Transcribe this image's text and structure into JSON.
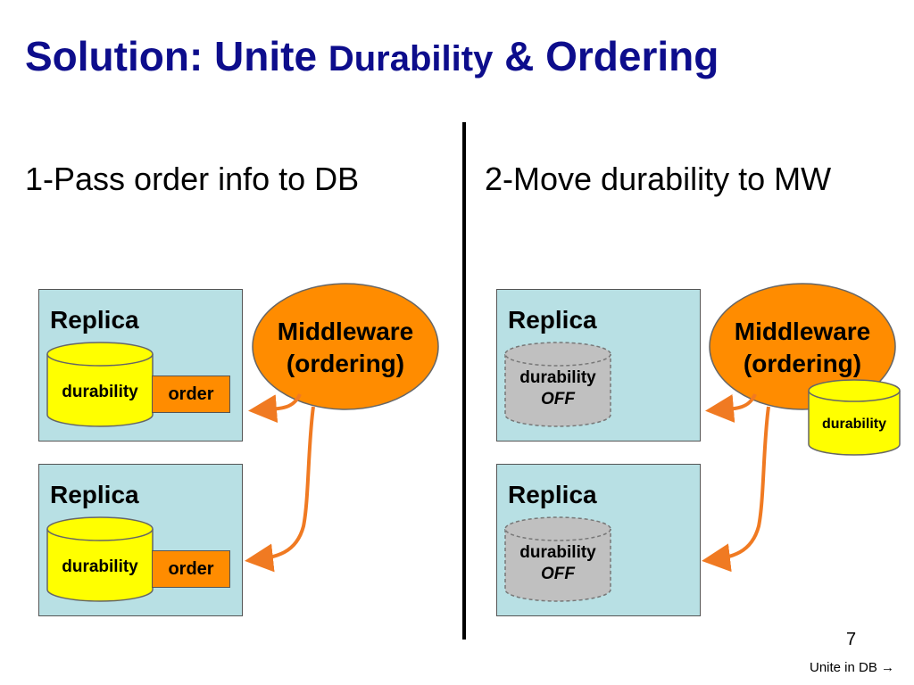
{
  "title": {
    "part1": "Solution: Unite ",
    "part2": "Durability",
    "part3": " & Ordering"
  },
  "left": {
    "heading": "1-Pass order info to DB",
    "replicas": [
      {
        "label": "Replica",
        "store": "durability",
        "tag": "order"
      },
      {
        "label": "Replica",
        "store": "durability",
        "tag": "order"
      }
    ],
    "middleware": {
      "line1": "Middleware",
      "line2": "(ordering)"
    }
  },
  "right": {
    "heading": "2-Move durability to MW",
    "replicas": [
      {
        "label": "Replica",
        "store": "durability",
        "state": "OFF"
      },
      {
        "label": "Replica",
        "store": "durability",
        "state": "OFF"
      }
    ],
    "middleware": {
      "line1": "Middleware",
      "line2": "(ordering)",
      "store": "durability"
    }
  },
  "page_number": "7",
  "footer": "Unite in DB →",
  "colors": {
    "title": "#0d0d8c",
    "replica_bg": "#b8e0e4",
    "middleware": "#ff8c00",
    "db_yellow": "#ffff00",
    "db_off": "#c0c0c0",
    "arrow": "#f07a22"
  }
}
